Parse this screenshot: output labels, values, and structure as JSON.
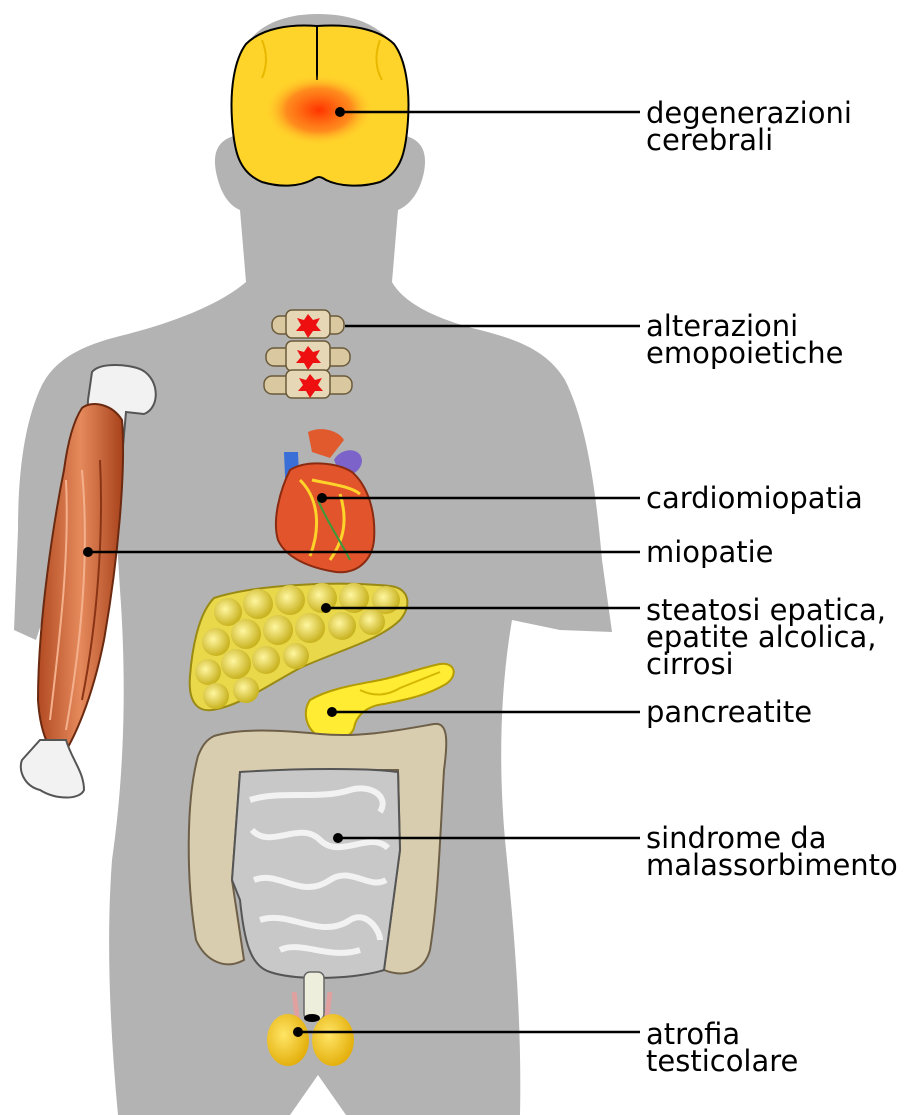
{
  "colors": {
    "silhouette": "#b3b3b3",
    "brain": "#ffd42a",
    "brain_lesion": "#ff5a1a",
    "marker": "#000000",
    "muscle": "#d2693c",
    "bone": "#f2f2f2",
    "vertebra": "#d9c8a0",
    "vertebra_lesion": "#ee1010",
    "heart": "#e2552c",
    "liver_fat": "#e8d84a",
    "pancreas": "#ffec33",
    "colon": "#d9cdb0",
    "intestine": "#c8c8c8",
    "testis": "#f5c518"
  },
  "icons": [
    "brain-icon",
    "vertebrae-icon",
    "arm-muscle-icon",
    "heart-icon",
    "liver-icon",
    "pancreas-icon",
    "intestines-icon",
    "testes-icon"
  ],
  "labels": [
    {
      "id": "brain",
      "lines": [
        "degenerazioni",
        "cerebrali"
      ]
    },
    {
      "id": "blood",
      "lines": [
        "alterazioni",
        "emopoietiche"
      ]
    },
    {
      "id": "heart",
      "lines": [
        "cardiomiopatia"
      ]
    },
    {
      "id": "muscle",
      "lines": [
        "miopatie"
      ]
    },
    {
      "id": "liver",
      "lines": [
        "steatosi epatica,",
        "epatite alcolica,",
        "cirrosi"
      ]
    },
    {
      "id": "pancreas",
      "lines": [
        "pancreatite"
      ]
    },
    {
      "id": "intestine",
      "lines": [
        "sindrome da",
        "malassorbimento"
      ]
    },
    {
      "id": "testes",
      "lines": [
        "atrofia",
        "testicolare"
      ]
    }
  ]
}
